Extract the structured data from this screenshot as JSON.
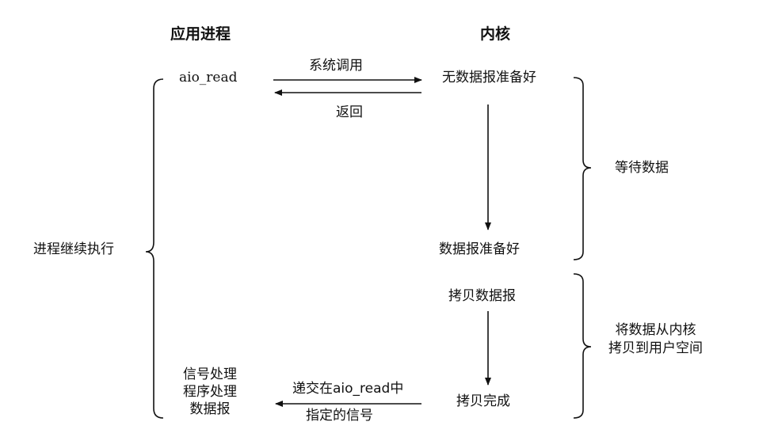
{
  "headers": {
    "app_process": "应用进程",
    "kernel": "内核"
  },
  "app_side": {
    "aio_read": "aio_read",
    "continue_exec": "进程继续执行",
    "signal_handler": "信号处理\n程序处理\n数据报"
  },
  "kernel_side": {
    "no_datagram": "无数据报准备好",
    "datagram_ready": "数据报准备好",
    "copy_datagram": "拷贝数据报",
    "copy_done": "拷贝完成"
  },
  "arrows": {
    "syscall": "系统调用",
    "return": "返回",
    "deliver_signal_1": "递交在aio_read中",
    "deliver_signal_2": "指定的信号"
  },
  "phases": {
    "wait_data": "等待数据",
    "copy_to_user": "将数据从内核\n拷贝到用户空间"
  },
  "colors": {
    "ink": "#111111",
    "background": "#ffffff"
  }
}
